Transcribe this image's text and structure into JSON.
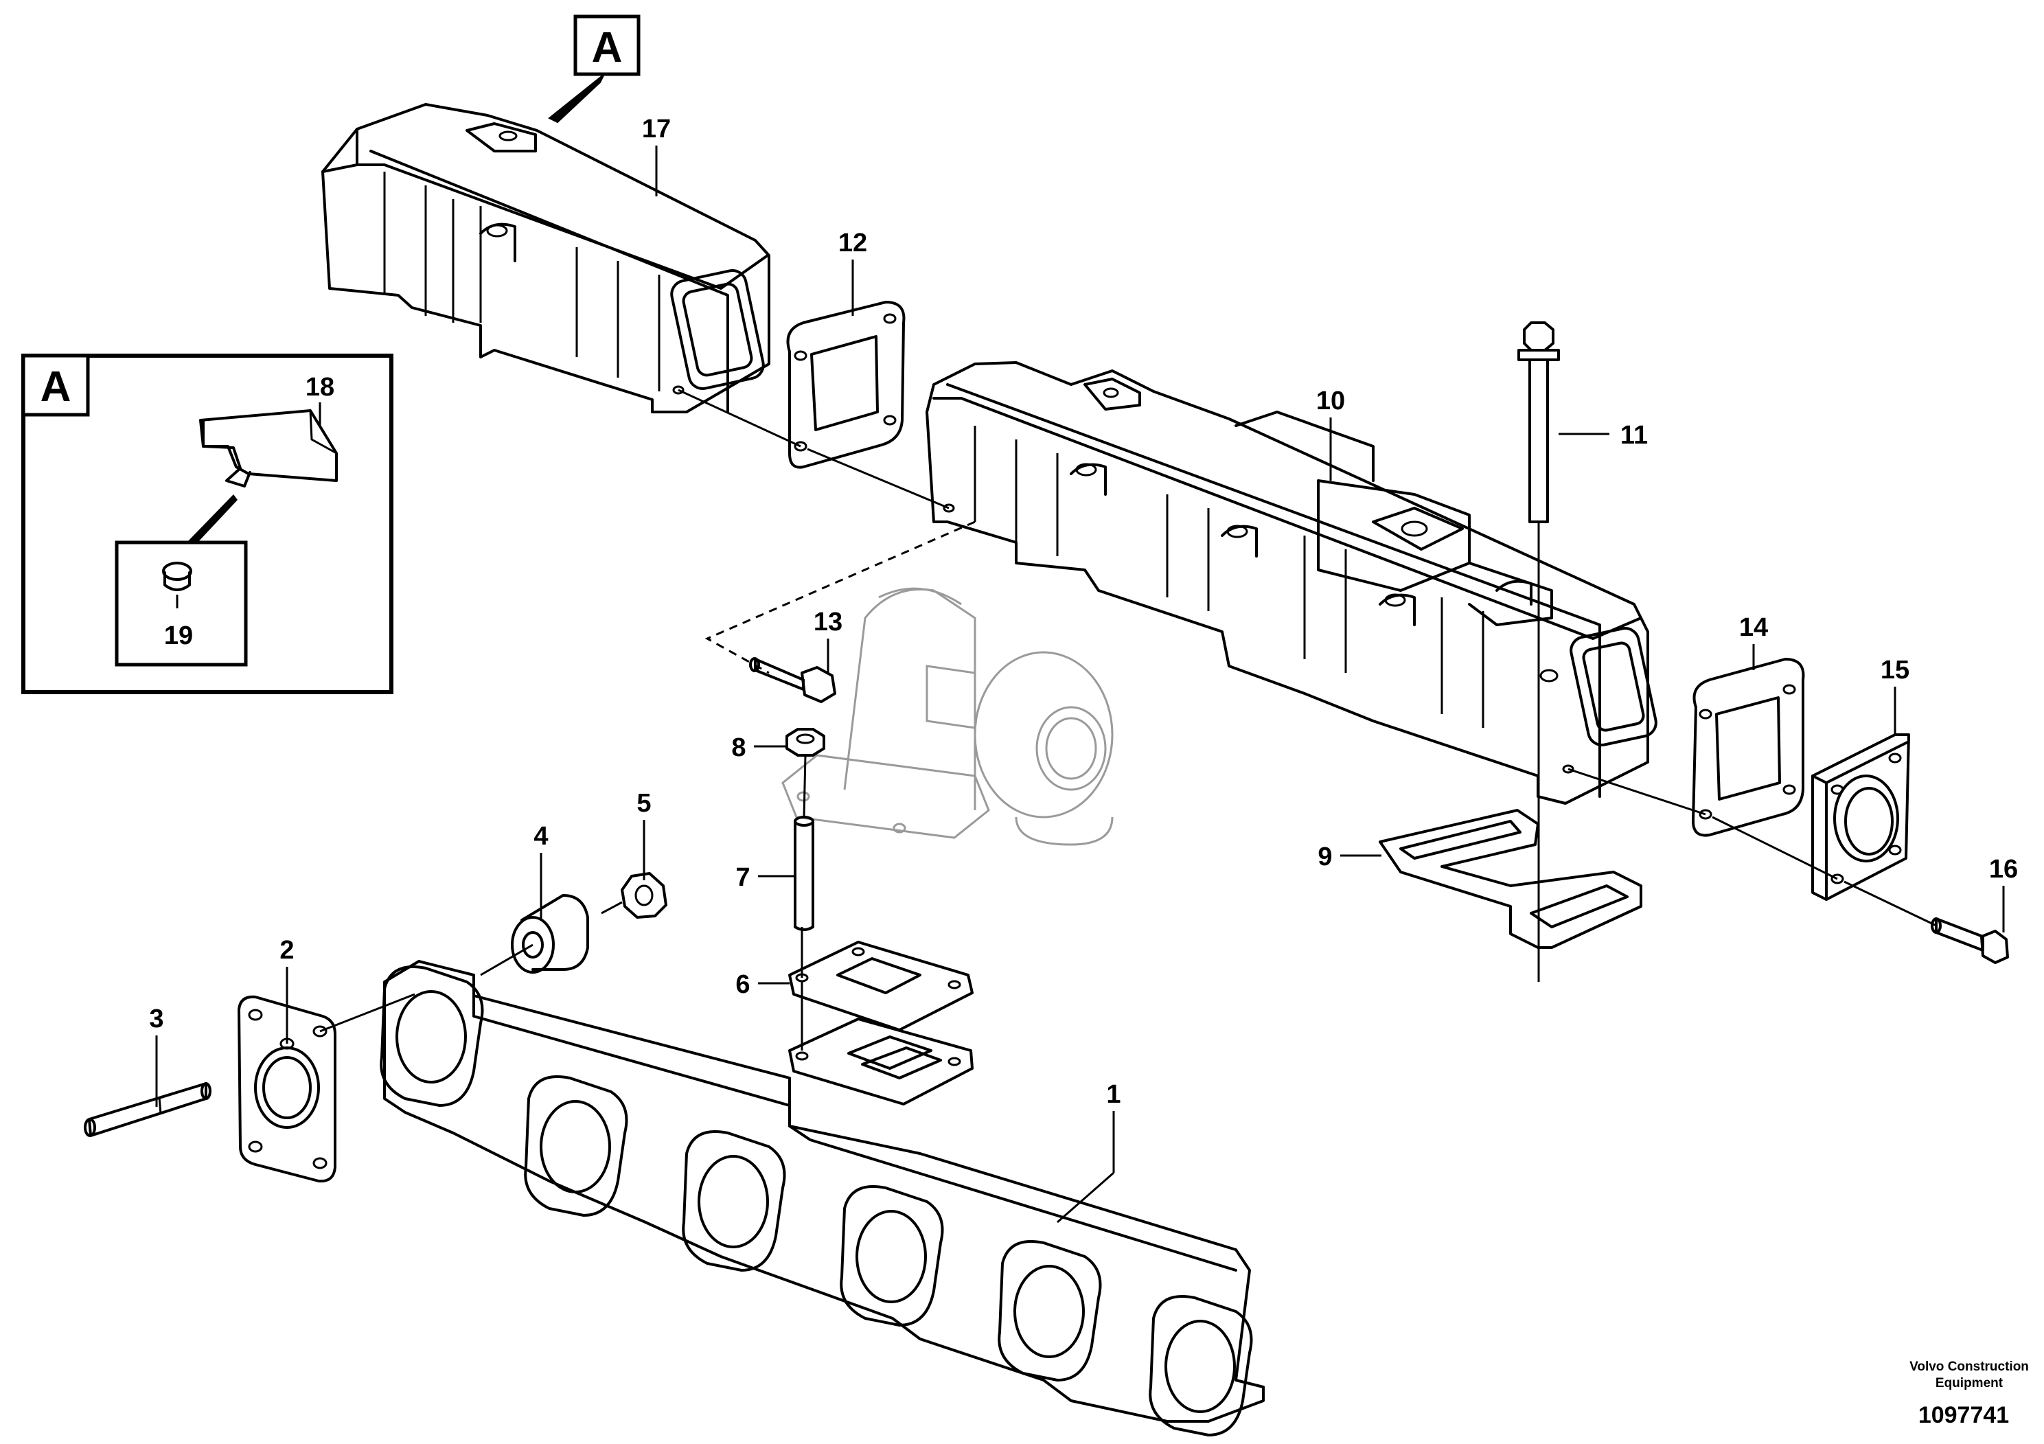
{
  "diagram": {
    "view_marker": "A",
    "inset_label": "A",
    "parts": [
      {
        "id": "1",
        "label": "1",
        "name": "exhaust-manifold"
      },
      {
        "id": "2",
        "label": "2",
        "name": "flange-gasket"
      },
      {
        "id": "3",
        "label": "3",
        "name": "stud"
      },
      {
        "id": "4",
        "label": "4",
        "name": "spacer-sleeve"
      },
      {
        "id": "5",
        "label": "5",
        "name": "nut"
      },
      {
        "id": "6",
        "label": "6",
        "name": "turbo-gasket"
      },
      {
        "id": "7",
        "label": "7",
        "name": "stud"
      },
      {
        "id": "8",
        "label": "8",
        "name": "nut"
      },
      {
        "id": "9",
        "label": "9",
        "name": "gasket"
      },
      {
        "id": "10",
        "label": "10",
        "name": "heat-shield-rear"
      },
      {
        "id": "11",
        "label": "11",
        "name": "long-bolt"
      },
      {
        "id": "12",
        "label": "12",
        "name": "gasket"
      },
      {
        "id": "13",
        "label": "13",
        "name": "flange-screw"
      },
      {
        "id": "14",
        "label": "14",
        "name": "gasket"
      },
      {
        "id": "15",
        "label": "15",
        "name": "cover-plate"
      },
      {
        "id": "16",
        "label": "16",
        "name": "screw"
      },
      {
        "id": "17",
        "label": "17",
        "name": "heat-shield-front"
      },
      {
        "id": "18",
        "label": "18",
        "name": "bracket"
      },
      {
        "id": "19",
        "label": "19",
        "name": "plug"
      }
    ]
  },
  "footer": {
    "brand_line1": "Volvo Construction",
    "brand_line2": "Equipment",
    "doc_number": "1097741"
  }
}
